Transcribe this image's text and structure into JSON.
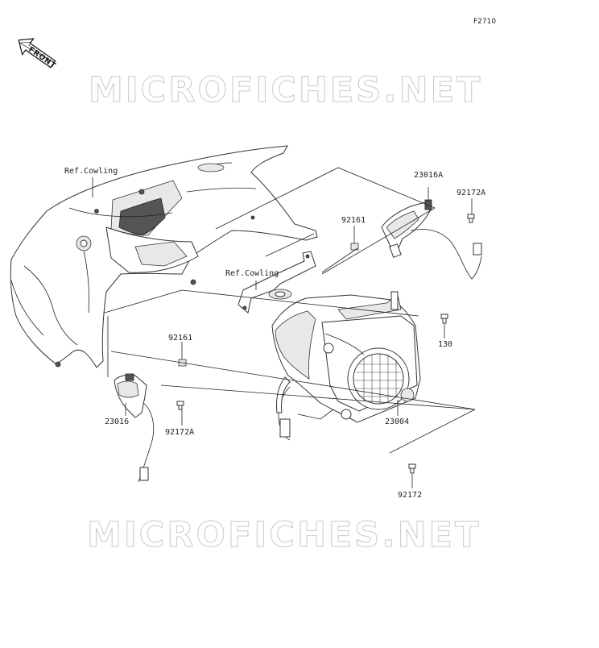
{
  "figure_code": "F2710",
  "front_label": "FRONT",
  "watermark": "MICROFICHES.NET",
  "labels": {
    "ref_cowling_top": "Ref.Cowling",
    "ref_cowling_mid": "Ref.Cowling",
    "p23016A": "23016A",
    "p92172A_top": "92172A",
    "p92161_top": "92161",
    "p130": "130",
    "p92161_bottom": "92161",
    "p23016": "23016",
    "p92172A_bottom": "92172A",
    "p23004": "23004",
    "p92172": "92172"
  },
  "colors": {
    "line": "#222222",
    "watermark_outline": "#c9c9c9"
  }
}
